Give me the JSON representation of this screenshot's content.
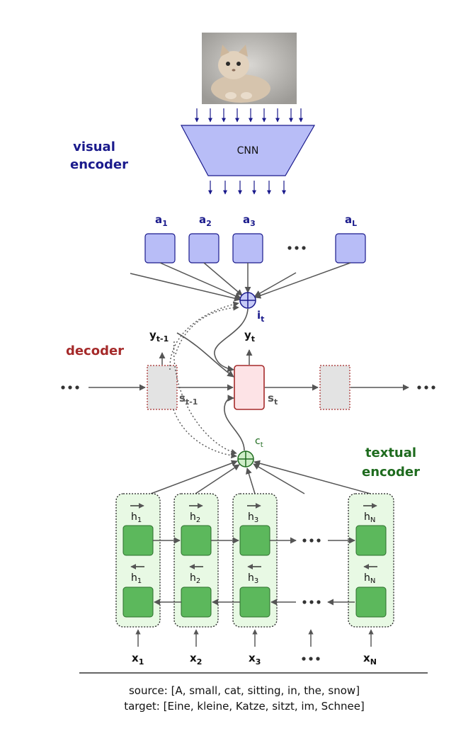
{
  "labels": {
    "visual_line1": "visual",
    "visual_line2": "encoder",
    "decoder": "decoder",
    "textual_line1": "textual",
    "textual_line2": "encoder",
    "cnn": "CNN"
  },
  "annotations": {
    "a_main": "a",
    "a_subs": [
      "1",
      "2",
      "3",
      "L"
    ],
    "i_main": "i",
    "i_sub": "t",
    "c_main": "c",
    "c_sub": "t",
    "y_prev_main": "y",
    "y_prev_sub": "t-1",
    "y_main": "y",
    "y_sub": "t",
    "s_prev_main": "s",
    "s_prev_sub": "t-1",
    "s_main": "s",
    "s_sub": "t",
    "h_main": "h",
    "h_subs": [
      "1",
      "2",
      "3",
      "N"
    ],
    "x_main": "x",
    "x_subs": [
      "1",
      "2",
      "3",
      "N"
    ]
  },
  "caption": {
    "source": "source: [A, small, cat, sitting, in, the, snow]",
    "target": "target: [Eine, kleine, Katze, sitzt, im, Schnee]"
  },
  "colors": {
    "visual": "#1a1a8c",
    "decoder": "#a52a2a",
    "textual": "#1e6b1e",
    "visual_fill": "#b8bdf7",
    "decoder_fill": "#fde3e6",
    "textual_fill": "#5cb85c",
    "textual_bg": "#e8f9e4",
    "state_fill": "#e3e3e3"
  }
}
